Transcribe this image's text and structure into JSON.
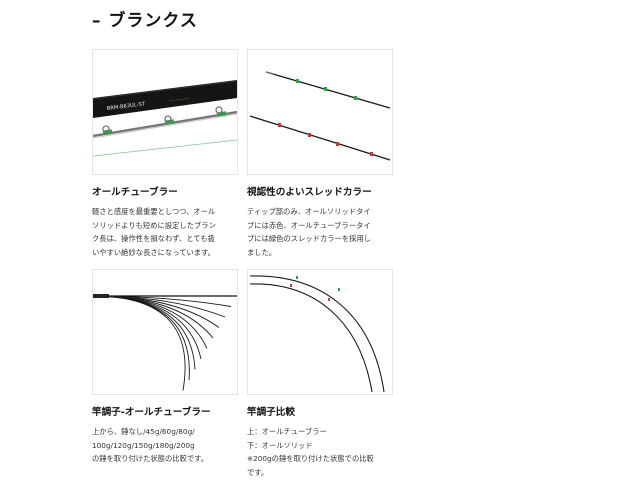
{
  "section": {
    "title": "– ブランクス"
  },
  "cards": [
    {
      "title": "オールチューブラー",
      "body": "軽さと感度を最重要としつつ、オール\nソリッドよりも短めに設定したブラン\nク長は、操作性を損なわず、とても扱\nいやすい絶妙な長さになっています。",
      "image_text": "BRM-B63UL-ST"
    },
    {
      "title": "視認性のよいスレッドカラー",
      "body": "ティップ部のみ、オールソリッドタイ\nプには赤色、オールチューブラータイ\nプには緑色のスレッドカラーを採用し\nました。"
    },
    {
      "title": "竿調子-オールチューブラー",
      "body": "上から、錘なし/45g/60g/80g/\n100g/120g/150g/180g/200g\nの錘を取り付けた状態の比較です。"
    },
    {
      "title": "竿調子比較",
      "body": "上：オールチューブラー\n下：オールソリッド\n※200gの錘を取り付けた状態での比較\nです。"
    }
  ],
  "colors": {
    "thread_green": "#2e9e4a",
    "thread_red": "#c43a3a",
    "rod": "#111111"
  }
}
